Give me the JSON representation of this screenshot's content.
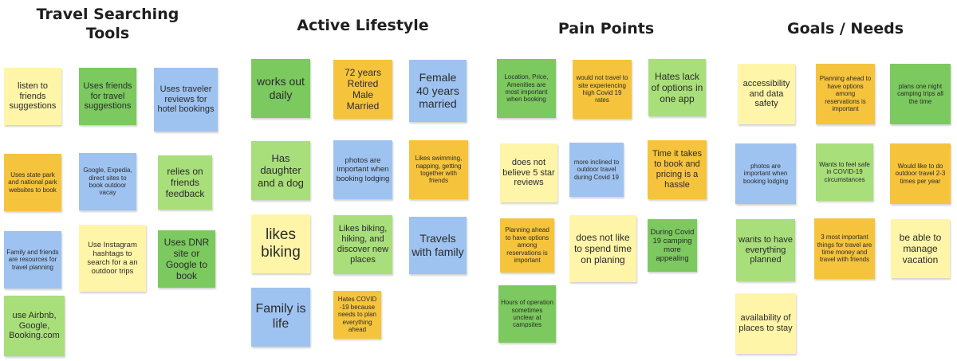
{
  "headings": {
    "travel_tools": "Travel Searching Tools",
    "active_lifestyle": "Active Lifestyle",
    "pain_points": "Pain Points",
    "goals_needs": "Goals / Needs"
  },
  "colors": {
    "yellow": "#fff5a8",
    "orange": "#f6c43c",
    "green": "#a9df7a",
    "dark_green": "#7cc95f",
    "blue": "#9ec3f1"
  },
  "notes": {
    "tt1": "listen to friends suggestions",
    "tt2": "Uses friends for travel suggestions",
    "tt3": "Uses traveler reviews for hotel bookings",
    "tt4": "Uses state park and national park websites to book",
    "tt5": "Google, Expedia, direct sites to book outdoor vacay",
    "tt6": "relies on friends feedback",
    "tt7": "Family and friends are resources for travel planning",
    "tt8": "Use Instagram hashtags to search for a an outdoor trips",
    "tt9": "Uses DNR site or Google to book",
    "tt10": "use Airbnb, Google, Booking.com",
    "al1": "works out daily",
    "al2": "72 years Retired Male Married",
    "al3": "Female 40 years married",
    "al4": "Has daughter and a dog",
    "al5": "photos are important when booking lodging",
    "al6": "Likes swimming, napping, getting together with friends",
    "al7": "likes biking",
    "al8": "Likes biking, hiking, and discover new places",
    "al9": "Travels with family",
    "al10": "Family is life",
    "al11": "Hates COVID -19 because needs to plan everything ahead",
    "pp1": "Location, Price, Amenities are most important when booking",
    "pp2": "would not travel to site experiencing high Covid 19 rates",
    "pp3": "Hates lack of options in one app",
    "pp4": "does not believe 5 star reviews",
    "pp5": "more inclined to outdoor travel during Covid 19",
    "pp6": "Time it takes to book and pricing is a hassle",
    "pp7": "Planning ahead to have options among reservations is important",
    "pp8": "does not like to spend time on planing",
    "pp9": "During Covid 19 camping more appealing",
    "pp10": "Hours of operation sometimes unclear at campsites",
    "gn1": "accessibility and data safety",
    "gn2": "Planning ahead to have options among reservations is important",
    "gn3": "plans one night camping trips all the time",
    "gn4": "photos are important when booking lodging",
    "gn5": "Wants to feel safe in COVID-19 circumstances",
    "gn6": "Would like to do outdoor travel 2-3 times per year",
    "gn7": "wants to have everything planned",
    "gn8": "3 most important things for travel are time money and travel with friends",
    "gn9": "be able to manage vacation",
    "gn10": "availability of places to stay"
  }
}
